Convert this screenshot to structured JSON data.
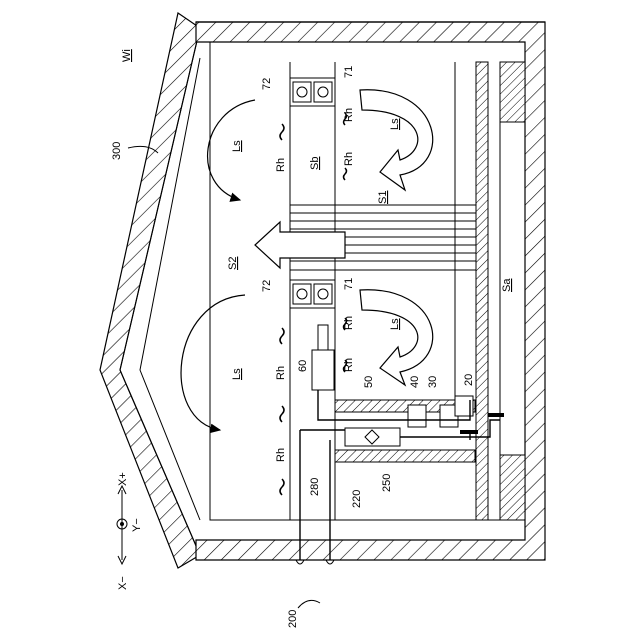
{
  "figure": {
    "labels": {
      "building_ref": "300",
      "system_ref": "200",
      "wall_ref": "Wi",
      "living_space": "Ls",
      "space_b": "Sb",
      "space_a": "Sa",
      "stair_s1": "S1",
      "stair_s2": "S2",
      "humidity": "Rh",
      "unit_72": "72",
      "unit_71": "71",
      "unit_60": "60",
      "unit_50": "50",
      "unit_40": "40",
      "unit_30": "30",
      "unit_20": "20",
      "unit_250": "250",
      "pipe_280": "280",
      "pipe_220": "220"
    },
    "axes": {
      "x_plus": "X+",
      "x_minus": "X−",
      "y_minus": "Y−"
    }
  }
}
